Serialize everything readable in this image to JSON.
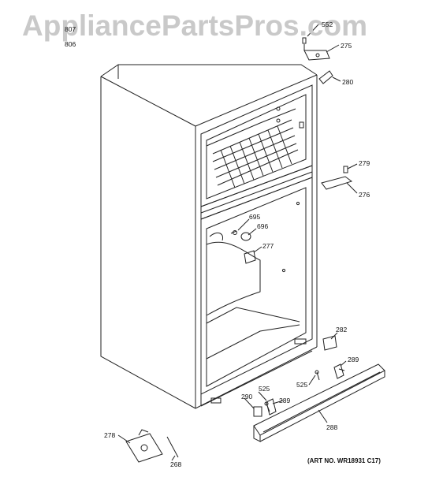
{
  "watermark": "AppliancePartsPros.com",
  "art_number": "(ART NO. WR18931 C17)",
  "callouts": {
    "c552": "552",
    "c275": "275",
    "c280": "280",
    "c807": "807",
    "c806": "806",
    "c279": "279",
    "c276": "276",
    "c695": "695",
    "c696": "696",
    "c277": "277",
    "c282": "282",
    "c289a": "289",
    "c289b": "289",
    "c525a": "525",
    "c525b": "525",
    "c290": "290",
    "c288": "288",
    "c278": "278",
    "c268": "268"
  },
  "colors": {
    "line": "#222222",
    "watermark": "#c9c9c9"
  }
}
